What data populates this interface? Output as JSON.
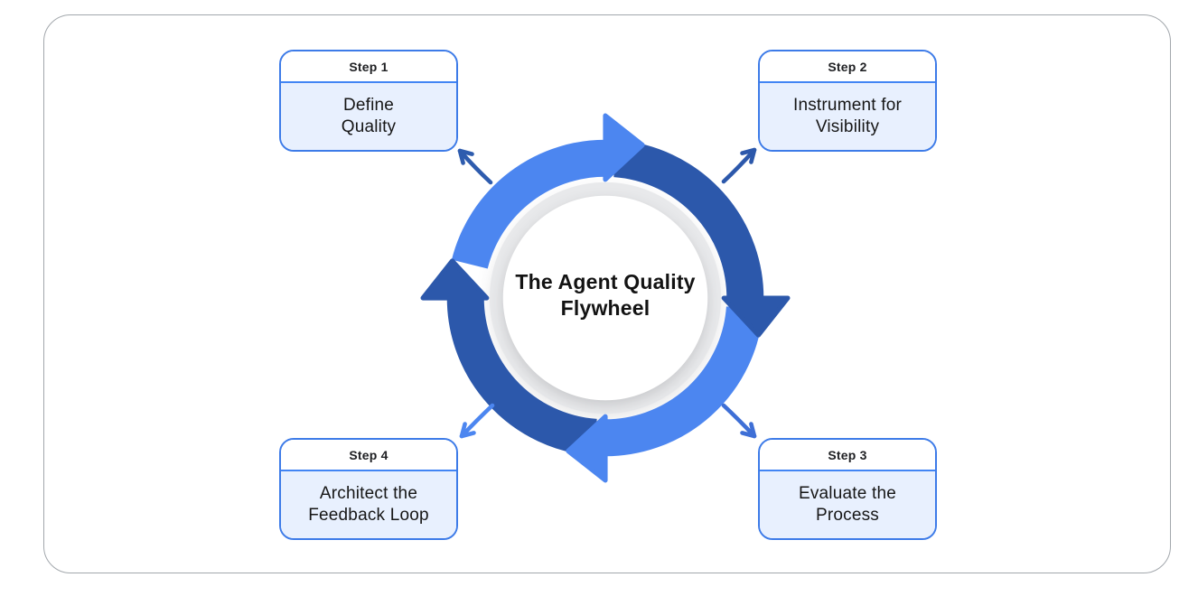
{
  "frame": {
    "border_color": "#A2A7AC"
  },
  "flywheel": {
    "title_lines": [
      "The Agent Quality",
      "Flywheel"
    ],
    "colors": {
      "light_blue": "#4C86F0",
      "dark_blue": "#2C58AB",
      "ring_gray": "#E8E9EB",
      "center_bg": "#FFFFFF"
    }
  },
  "connectors": {
    "top_left_color": "#2E5CAE",
    "top_right_color": "#2C58AB",
    "bottom_right_color": "#3E6FD6",
    "bottom_left_color": "#4C86F0"
  },
  "steps": [
    {
      "label": "Step 1",
      "title_lines": [
        "Define",
        "Quality"
      ]
    },
    {
      "label": "Step 2",
      "title_lines": [
        "Instrument for",
        "Visibility"
      ]
    },
    {
      "label": "Step 3",
      "title_lines": [
        "Evaluate the",
        "Process"
      ]
    },
    {
      "label": "Step 4",
      "title_lines": [
        "Architect the",
        "Feedback Loop"
      ]
    }
  ],
  "box_style": {
    "border_color": "#3D7BE8",
    "divider_color": "#4285F4",
    "body_fill": "#E8F0FE",
    "text_color": "#161616"
  }
}
